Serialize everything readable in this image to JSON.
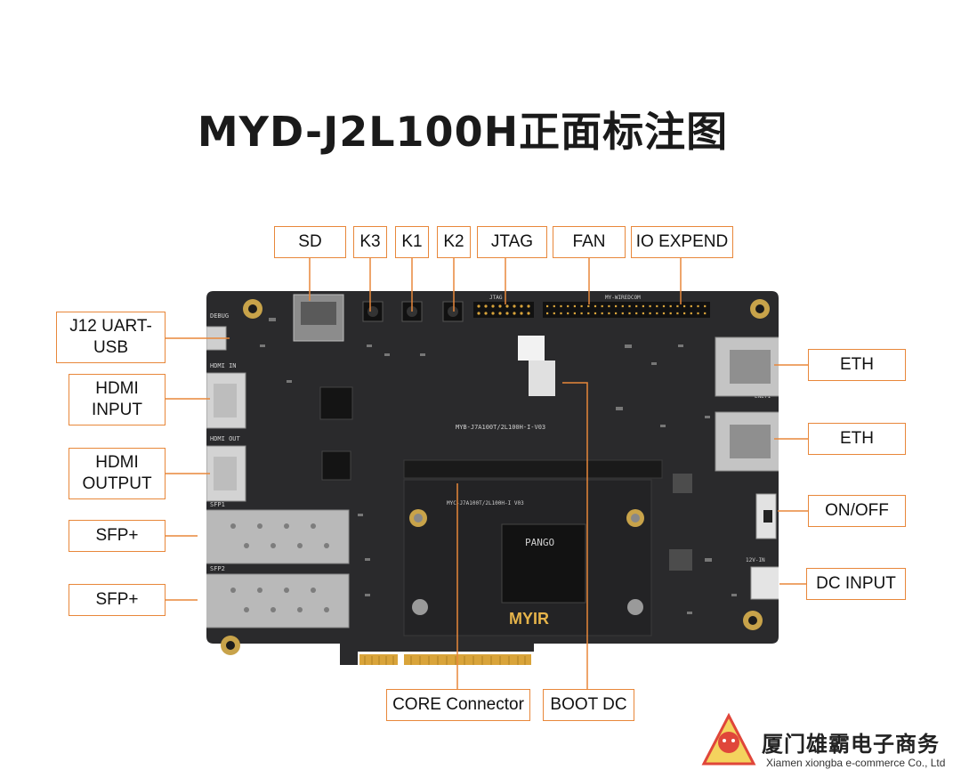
{
  "title": "MYD-J2L100H正面标注图",
  "labels": {
    "sd": "SD",
    "k3": "K3",
    "k1": "K1",
    "k2": "K2",
    "jtag": "JTAG",
    "fan": "FAN",
    "io_expend": "IO EXPEND",
    "j12_uart_usb": "J12 UART-USB",
    "hdmi_input": "HDMI INPUT",
    "hdmi_output": "HDMI OUTPUT",
    "sfp1": "SFP+",
    "sfp2": "SFP+",
    "eth1": "ETH",
    "eth2": "ETH",
    "on_off": "ON/OFF",
    "dc_input": "DC INPUT",
    "core_connector": "CORE Connector",
    "boot_dc": "BOOT DC"
  },
  "board": {
    "chip_brand": "PANGO",
    "logo": "MYIR",
    "silk_model": "MYB-J7A100T/2L100H-I-V03",
    "core_model": "MYC-J7A100T/2L100H-I V03",
    "silk_debug": "DEBUG",
    "silk_hdmi_in": "HDMI IN",
    "silk_hdmi_out": "HDMI OUT",
    "silk_sfp1": "SFP1",
    "silk_sfp2": "SFP2",
    "silk_jtag": "JTAG",
    "silk_wiredcom": "MY-WIREDCOM",
    "silk_eth1": "ENET1",
    "silk_12v": "12V-IN"
  },
  "brand": {
    "name_cn": "厦门雄霸电子商务",
    "name_en": "Xiamen xiongba e-commerce Co., Ltd"
  },
  "colors": {
    "accent": "#e8873a",
    "pcb": "#2a2a2c",
    "gold": "#d9a43a"
  }
}
